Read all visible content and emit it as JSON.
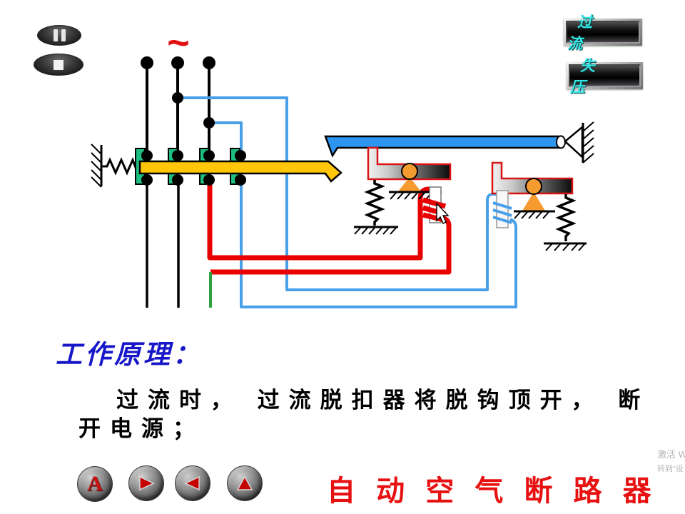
{
  "player_controls": {
    "pause_icon": "pause",
    "stop_icon": "stop"
  },
  "release_buttons": {
    "overcurrent_label": "过 流",
    "undervoltage_label": "失 压"
  },
  "diagram": {
    "ac_source_symbol": "~",
    "colors": {
      "wire_red": "#e80000",
      "wire_blue": "#49a0e8",
      "wire_green": "#2f9e3f",
      "contact_green": "#1ebe82",
      "lever_yellow": "#ffc60a",
      "trip_bar_blue": "#2e96f0",
      "pivot_orange": "#f59b30",
      "release_outline_red": "#d81414"
    }
  },
  "heading": "工作原理：",
  "description": {
    "line1": "过流时， 过流脱扣器将脱钩顶开， 断",
    "line2": "开电源；"
  },
  "nav_buttons": {
    "a_label": "A"
  },
  "footer_title": "自 动 空 气 断 路 器",
  "watermark": {
    "line1": "激活 W",
    "line2": "转到“设"
  }
}
